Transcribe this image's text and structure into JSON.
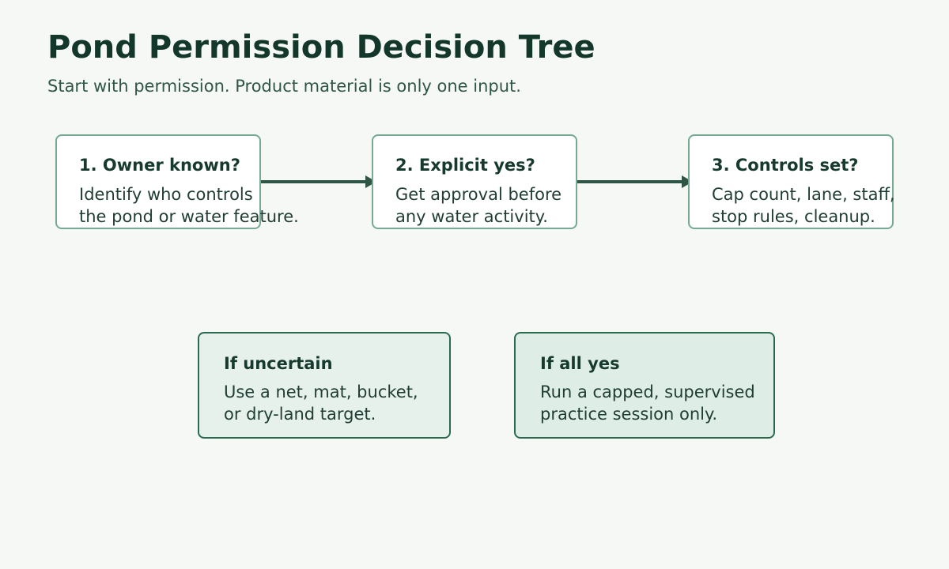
{
  "header": {
    "title": "Pond Permission Decision Tree",
    "subtitle": "Start with permission. Product material is only one input."
  },
  "steps": [
    {
      "title": "1. Owner known?",
      "body_lines": [
        "Identify who controls",
        "the pond or water feature."
      ]
    },
    {
      "title": "2. Explicit yes?",
      "body_lines": [
        "Get approval before",
        "any water activity."
      ]
    },
    {
      "title": "3. Controls set?",
      "body_lines": [
        "Cap count, lane, staff,",
        "stop rules, cleanup."
      ]
    }
  ],
  "outcomes": [
    {
      "title": "If uncertain",
      "body_lines": [
        "Use a net, mat, bucket,",
        "or dry-land target."
      ]
    },
    {
      "title": "If all yes",
      "body_lines": [
        "Run a capped, supervised",
        "practice session only."
      ]
    }
  ],
  "colors": {
    "background": "#f6f8f5",
    "step_border": "#75a993",
    "outcome_border": "#2a6b50",
    "outcome_uncertain_fill": "#e7f1ec",
    "outcome_yes_fill": "#deeee6",
    "arrow": "#2f5547",
    "title_text": "#14372b"
  }
}
